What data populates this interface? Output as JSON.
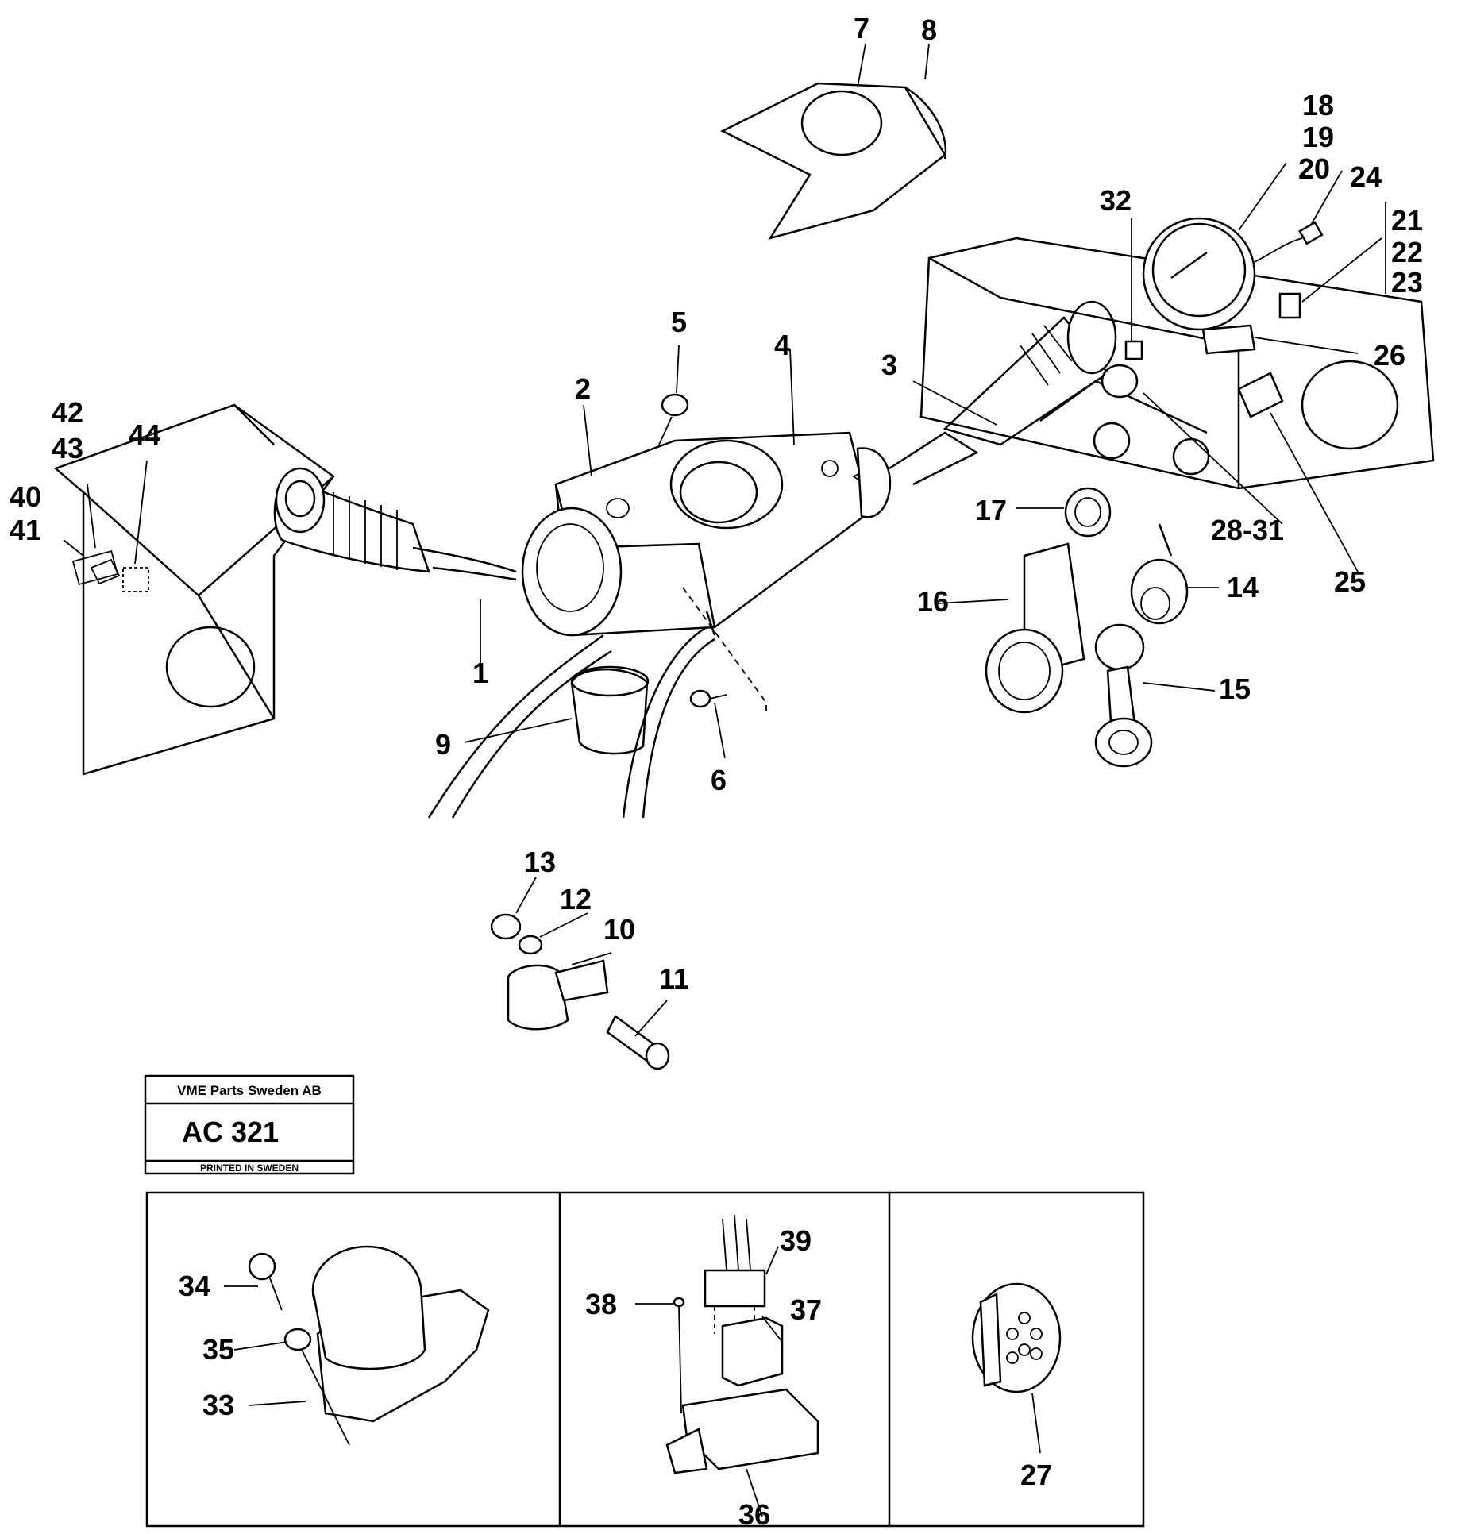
{
  "stamp": {
    "company": "VME Parts Sweden AB",
    "code": "AC 321",
    "footer": "PRINTED IN SWEDEN"
  },
  "callouts": {
    "c1": "1",
    "c2": "2",
    "c3": "3",
    "c4": "4",
    "c5": "5",
    "c6": "6",
    "c7": "7",
    "c8": "8",
    "c9": "9",
    "c10": "10",
    "c11": "11",
    "c12": "12",
    "c13": "13",
    "c14": "14",
    "c15": "15",
    "c16": "16",
    "c17": "17",
    "c18": "18",
    "c19": "19",
    "c20": "20",
    "c21": "21",
    "c22": "22",
    "c23": "23",
    "c24": "24",
    "c25": "25",
    "c26": "26",
    "c27": "27",
    "c28_31": "28-31",
    "c32": "32",
    "c33": "33",
    "c34": "34",
    "c35": "35",
    "c36": "36",
    "c37": "37",
    "c38": "38",
    "c39": "39",
    "c40": "40",
    "c41": "41",
    "c42": "42",
    "c43": "43",
    "c44": "44"
  }
}
